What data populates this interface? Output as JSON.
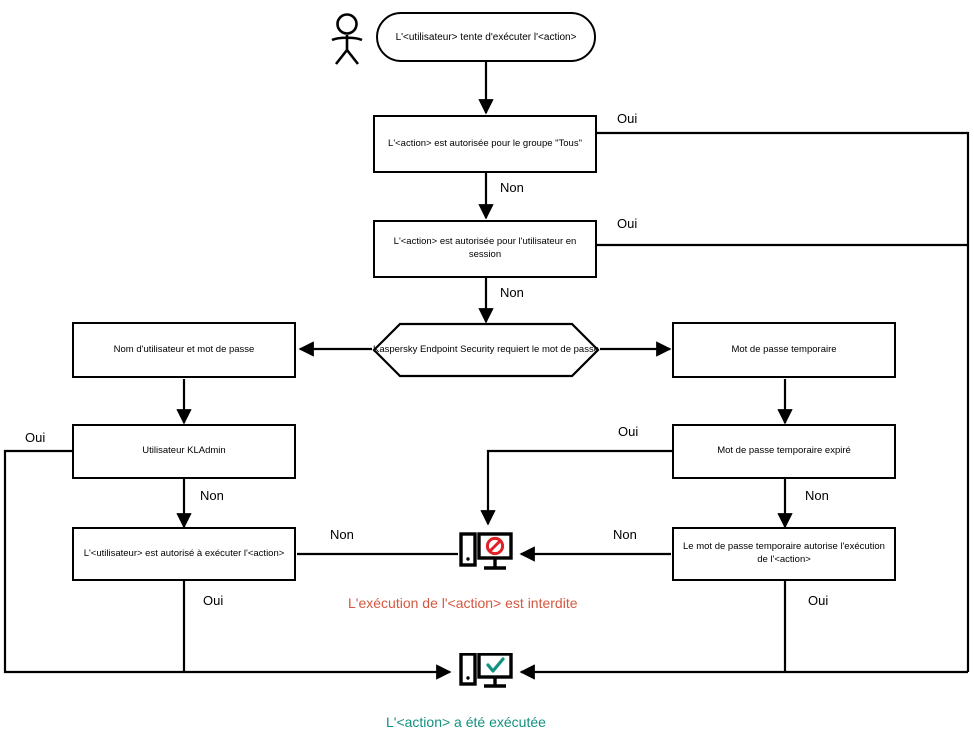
{
  "diagram": {
    "title": "Kaspersky Endpoint Security action authorization flowchart",
    "language": "fr",
    "colors": {
      "stroke": "#000000",
      "deny_text": "#d4573f",
      "deny_icon": "#e01f26",
      "allow_text": "#13917f",
      "allow_icon": "#13917f",
      "background": "#ffffff"
    }
  },
  "nodes": {
    "actor": {
      "label": "user-actor-figure"
    },
    "start": {
      "label": "L'<utilisateur> tente d'exécuter l'<action>"
    },
    "group_all": {
      "label": "L'<action> est autorisée pour le groupe \"Tous\""
    },
    "session_user": {
      "label": "L'<action> est autorisée pour l'utilisateur en session"
    },
    "requires_password": {
      "label": "Kaspersky Endpoint Security requiert le mot de passe"
    },
    "username_password": {
      "label": "Nom d'utilisateur et mot de passe"
    },
    "kladmin": {
      "label": "Utilisateur KLAdmin"
    },
    "user_allowed": {
      "label": "L'<utilisateur> est autorisé à exécuter l'<action>"
    },
    "temp_password": {
      "label": "Mot de passe temporaire"
    },
    "temp_password_expired": {
      "label": "Mot de passe temporaire expiré"
    },
    "temp_password_authorizes": {
      "label": "Le mot de passe temporaire autorise l'exécution de l'<action>"
    },
    "denied_icon": {
      "label": "computer-denied-icon"
    },
    "allowed_icon": {
      "label": "computer-allowed-icon"
    }
  },
  "edge_labels": {
    "group_all_yes": "Oui",
    "group_all_no": "Non",
    "session_user_yes": "Oui",
    "session_user_no": "Non",
    "kladmin_yes": "Oui",
    "kladmin_no": "Non",
    "user_allowed_no": "Non",
    "user_allowed_yes": "Oui",
    "temp_expired_yes": "Oui",
    "temp_expired_no": "Non",
    "temp_authorizes_no": "Non",
    "temp_authorizes_yes": "Oui"
  },
  "captions": {
    "denied": "L'exécution de l'<action> est interdite",
    "allowed": "L'<action> a été exécutée"
  }
}
